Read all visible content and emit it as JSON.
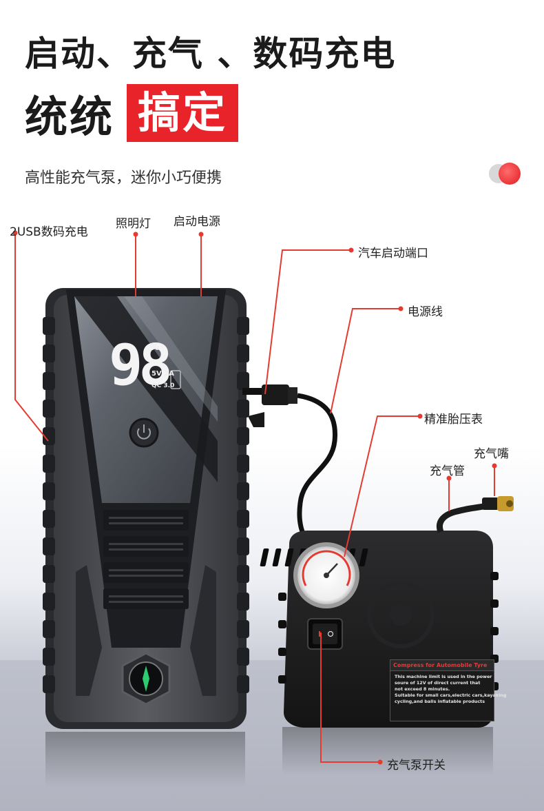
{
  "headline": {
    "line1": "启动、充气 、数码充电",
    "line2_prefix": "统统",
    "line2_highlight": "搞定"
  },
  "subtitle": "高性能充气泵，迷你小巧便携",
  "labels": {
    "usb": "2USB数码充电",
    "light": "照明灯",
    "power_source": "启动电源",
    "car_port": "汽车启动端口",
    "power_cord": "电源线",
    "gauge": "精准胎压表",
    "nozzle": "充气嘴",
    "hose": "充气管",
    "switch": "充气泵开关"
  },
  "display": {
    "percent": "98",
    "percent_sign": "%",
    "output": "5V 2A",
    "qc": "QC 3.0"
  },
  "sticker": {
    "title": "Compress for Automobile Tyre",
    "lines": [
      "This machine limit is used in the power",
      "soure of 12V of direct current that",
      "not exceed 8 minutes.",
      "Suitable for small cars,electric cars,kayaking",
      "cycling,and balls inflatable products"
    ]
  },
  "colors": {
    "accent": "#e8232a",
    "title": "#1b1b1b",
    "leader_line": "#e53a2f"
  }
}
